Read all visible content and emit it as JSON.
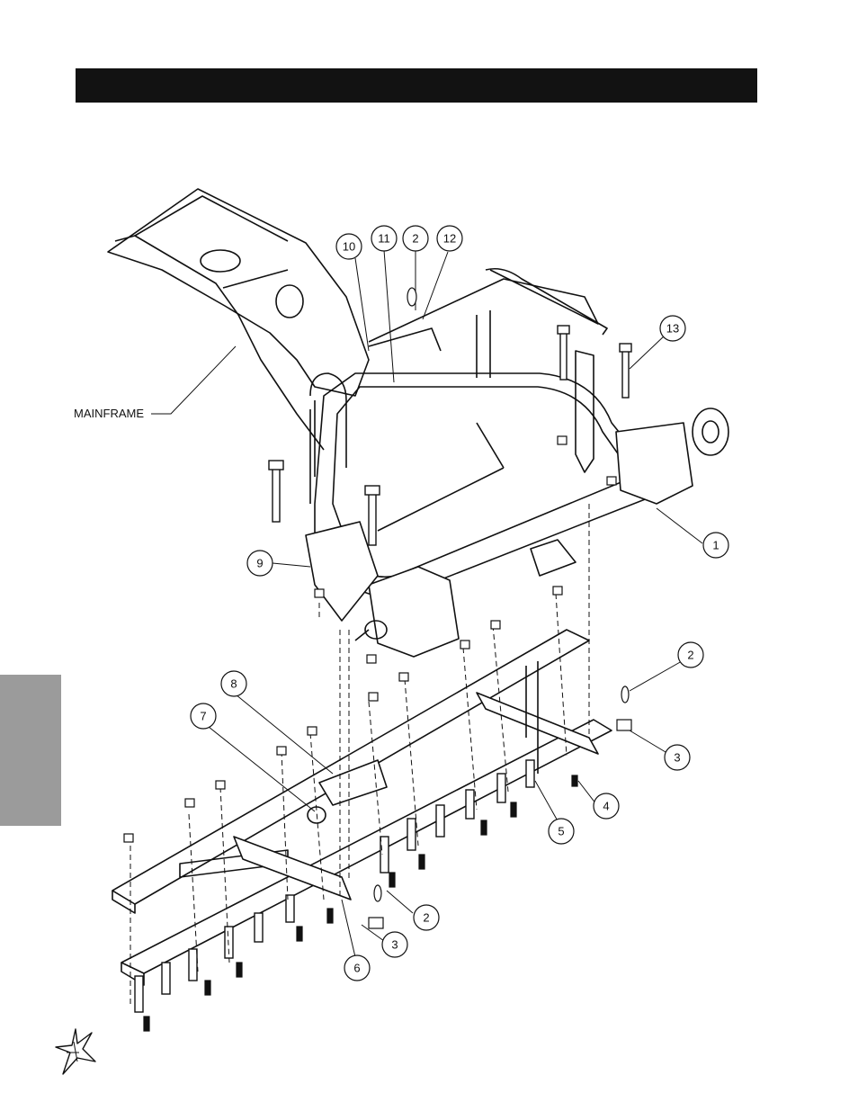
{
  "labels": {
    "mainframe": "MAINFRAME"
  },
  "callouts": [
    {
      "id": "c10",
      "text": "10"
    },
    {
      "id": "c11",
      "text": "11"
    },
    {
      "id": "c2a",
      "text": "2"
    },
    {
      "id": "c12",
      "text": "12"
    },
    {
      "id": "c13",
      "text": "13"
    },
    {
      "id": "c1",
      "text": "1"
    },
    {
      "id": "c9",
      "text": "9"
    },
    {
      "id": "c8",
      "text": "8"
    },
    {
      "id": "c7",
      "text": "7"
    },
    {
      "id": "c2b",
      "text": "2"
    },
    {
      "id": "c3a",
      "text": "3"
    },
    {
      "id": "c4",
      "text": "4"
    },
    {
      "id": "c5",
      "text": "5"
    },
    {
      "id": "c2c",
      "text": "2"
    },
    {
      "id": "c3b",
      "text": "3"
    },
    {
      "id": "c6",
      "text": "6"
    }
  ],
  "colors": {
    "header_bar": "#121212",
    "side_tab": "#9b9b9b",
    "line": "#111111"
  },
  "icons": {
    "logo": "star-logo-icon"
  }
}
